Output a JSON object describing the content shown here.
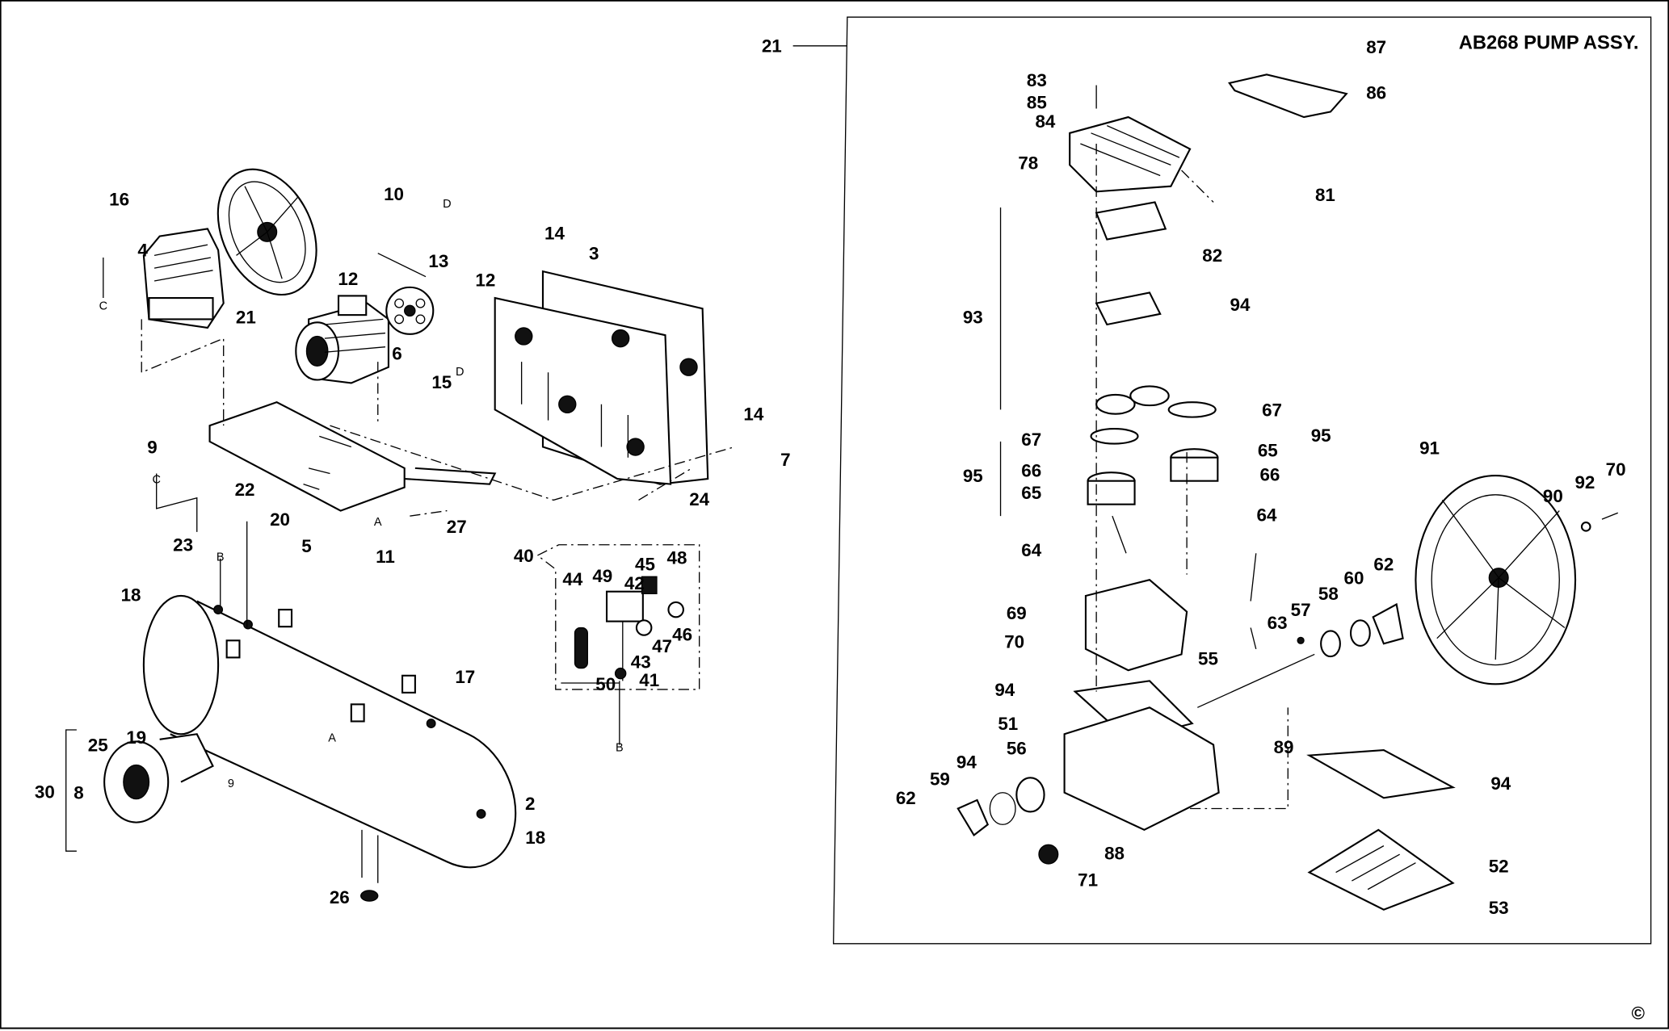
{
  "diagram": {
    "pump_assembly_title": "AB268 PUMP ASSY.",
    "copyright_symbol": "©",
    "callouts": [
      "21",
      "16",
      "4",
      "C",
      "21",
      "10",
      "D",
      "13",
      "12",
      "12",
      "14",
      "3",
      "6",
      "15",
      "D",
      "9",
      "14",
      "7",
      "24",
      "C",
      "22",
      "20",
      "5",
      "27",
      "11",
      "23",
      "A",
      "A",
      "B",
      "18",
      "17",
      "19",
      "25",
      "9",
      "30",
      "8",
      "2",
      "18",
      "26",
      "40",
      "44",
      "49",
      "42",
      "45",
      "48",
      "46",
      "47",
      "43",
      "41",
      "50",
      "B",
      "87",
      "83",
      "85",
      "84",
      "86",
      "78",
      "81",
      "82",
      "93",
      "94",
      "67",
      "95",
      "67",
      "65",
      "95",
      "66",
      "66",
      "65",
      "64",
      "64",
      "91",
      "90",
      "92",
      "70",
      "62",
      "60",
      "58",
      "57",
      "63",
      "69",
      "70",
      "55",
      "94",
      "51",
      "89",
      "56",
      "94",
      "59",
      "62",
      "94",
      "88",
      "71",
      "52",
      "53"
    ]
  }
}
